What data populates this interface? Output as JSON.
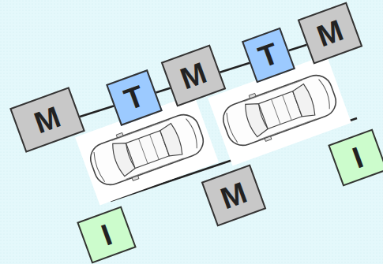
{
  "diagram": {
    "nodes": [
      {
        "text": [
          "M"
        ]
      },
      {
        "text": [
          "T"
        ]
      },
      {
        "text": [
          "M"
        ]
      },
      {
        "text": [
          "T"
        ]
      },
      {
        "text": [
          "M"
        ]
      },
      {
        "text": [
          "I"
        ]
      },
      {
        "text": [
          "M"
        ]
      },
      {
        "text": [
          "I"
        ]
      }
    ]
  }
}
